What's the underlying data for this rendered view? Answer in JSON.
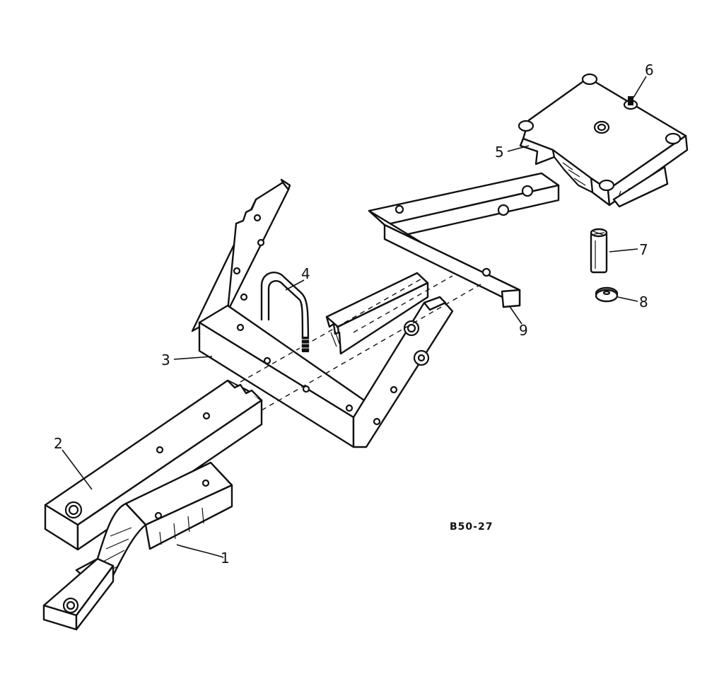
{
  "figure": {
    "reference_code": "B50-27"
  },
  "callouts": [
    {
      "id": "1",
      "label": "1"
    },
    {
      "id": "2",
      "label": "2"
    },
    {
      "id": "3",
      "label": "3"
    },
    {
      "id": "4",
      "label": "4"
    },
    {
      "id": "5",
      "label": "5"
    },
    {
      "id": "6",
      "label": "6"
    },
    {
      "id": "7",
      "label": "7"
    },
    {
      "id": "8",
      "label": "8"
    },
    {
      "id": "9",
      "label": "9"
    }
  ]
}
